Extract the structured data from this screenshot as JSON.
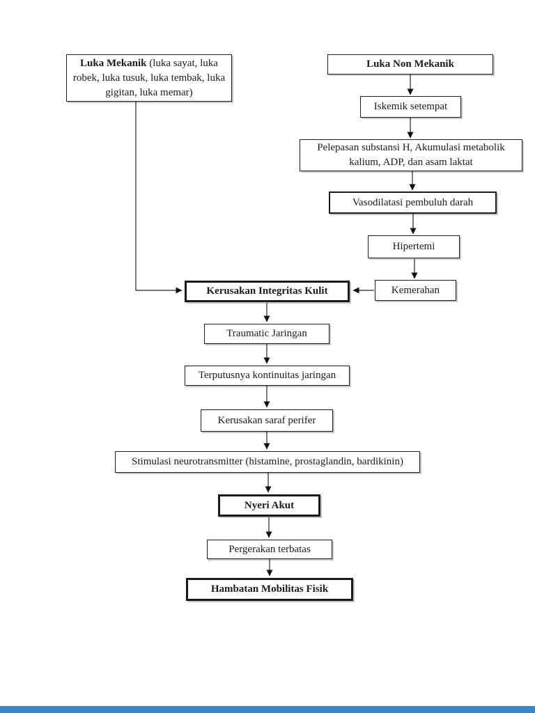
{
  "page": {
    "background_color": "#ffffff",
    "footer_bar_color": "#3d85c6",
    "box_border_color": "#1a1a1a",
    "text_color": "#1b1b1b"
  },
  "diagram": {
    "nodes": {
      "luka_mekanik": {
        "bold": "Luka Mekanik",
        "rest": " (luka sayat, luka robek, luka tusuk, luka tembak, luka gigitan, luka memar)"
      },
      "luka_non_mekanik": {
        "label": "Luka Non Mekanik"
      },
      "iskemik_setempat": {
        "label": "Iskemik setempat"
      },
      "pelepasan_substansi": {
        "label": "Pelepasan substansi H, Akumulasi metabolik kalium, ADP, dan asam laktat"
      },
      "vasodilatasi": {
        "label": "Vasodilatasi pembuluh darah"
      },
      "hipertemi": {
        "label": "Hipertemi"
      },
      "kemerahan": {
        "label": "Kemerahan"
      },
      "kerusakan_integritas_kulit": {
        "label": "Kerusakan Integritas Kulit"
      },
      "traumatic_jaringan": {
        "label": "Traumatic Jaringan"
      },
      "terputusnya_kontinuitas_jaringan": {
        "label": "Terputusnya kontinuitas jaringan"
      },
      "kerusakan_saraf_perifer": {
        "label": "Kerusakan saraf perifer"
      },
      "stimulasi_neurotransmitter": {
        "label": "Stimulasi neurotransmitter (histamine, prostaglandin, bardikinin)"
      },
      "nyeri_akut": {
        "label": "Nyeri Akut"
      },
      "pergerakan_terbatas": {
        "label": "Pergerakan terbatas"
      },
      "hambatan_mobilitas_fisik": {
        "label": "Hambatan Mobilitas Fisik"
      }
    },
    "edges": [
      {
        "from": "luka_non_mekanik",
        "to": "iskemik_setempat"
      },
      {
        "from": "iskemik_setempat",
        "to": "pelepasan_substansi"
      },
      {
        "from": "pelepasan_substansi",
        "to": "vasodilatasi"
      },
      {
        "from": "vasodilatasi",
        "to": "hipertemi"
      },
      {
        "from": "hipertemi",
        "to": "kemerahan"
      },
      {
        "from": "kemerahan",
        "to": "kerusakan_integritas_kulit"
      },
      {
        "from": "luka_mekanik",
        "to": "kerusakan_integritas_kulit"
      },
      {
        "from": "kerusakan_integritas_kulit",
        "to": "traumatic_jaringan"
      },
      {
        "from": "traumatic_jaringan",
        "to": "terputusnya_kontinuitas_jaringan"
      },
      {
        "from": "terputusnya_kontinuitas_jaringan",
        "to": "kerusakan_saraf_perifer"
      },
      {
        "from": "kerusakan_saraf_perifer",
        "to": "stimulasi_neurotransmitter"
      },
      {
        "from": "stimulasi_neurotransmitter",
        "to": "nyeri_akut"
      },
      {
        "from": "nyeri_akut",
        "to": "pergerakan_terbatas"
      },
      {
        "from": "pergerakan_terbatas",
        "to": "hambatan_mobilitas_fisik"
      }
    ]
  }
}
